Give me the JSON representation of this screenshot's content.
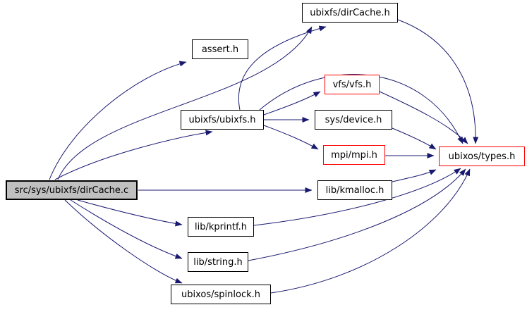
{
  "diagram": {
    "kind": "include-dependency-graph",
    "colors": {
      "edge": "#191970",
      "node_border": "#000000",
      "red_border": "#ff0000",
      "main_fill": "#c0c0c0",
      "node_fill": "#ffffff",
      "background": "#ffffff",
      "text": "#000000"
    },
    "nodes": [
      {
        "id": "dircache_c",
        "label": "src/sys/ubixfs/dirCache.c",
        "role": "main"
      },
      {
        "id": "assert_h",
        "label": "assert.h",
        "role": "normal"
      },
      {
        "id": "ubixfs_dircache_h",
        "label": "ubixfs/dirCache.h",
        "role": "normal"
      },
      {
        "id": "ubixfs_h",
        "label": "ubixfs/ubixfs.h",
        "role": "normal"
      },
      {
        "id": "vfs_h",
        "label": "vfs/vfs.h",
        "role": "red"
      },
      {
        "id": "device_h",
        "label": "sys/device.h",
        "role": "normal"
      },
      {
        "id": "mpi_h",
        "label": "mpi/mpi.h",
        "role": "red"
      },
      {
        "id": "types_h",
        "label": "ubixos/types.h",
        "role": "red"
      },
      {
        "id": "kmalloc_h",
        "label": "lib/kmalloc.h",
        "role": "normal"
      },
      {
        "id": "kprintf_h",
        "label": "lib/kprintf.h",
        "role": "normal"
      },
      {
        "id": "string_h",
        "label": "lib/string.h",
        "role": "normal"
      },
      {
        "id": "spinlock_h",
        "label": "ubixos/spinlock.h",
        "role": "normal"
      }
    ],
    "edges": [
      {
        "from": "dircache_c",
        "to": "assert_h"
      },
      {
        "from": "dircache_c",
        "to": "ubixfs_dircache_h"
      },
      {
        "from": "dircache_c",
        "to": "ubixfs_h"
      },
      {
        "from": "dircache_c",
        "to": "kmalloc_h"
      },
      {
        "from": "dircache_c",
        "to": "kprintf_h"
      },
      {
        "from": "dircache_c",
        "to": "string_h"
      },
      {
        "from": "dircache_c",
        "to": "spinlock_h"
      },
      {
        "from": "ubixfs_h",
        "to": "ubixfs_dircache_h"
      },
      {
        "from": "ubixfs_h",
        "to": "vfs_h"
      },
      {
        "from": "ubixfs_h",
        "to": "device_h"
      },
      {
        "from": "ubixfs_h",
        "to": "mpi_h"
      },
      {
        "from": "ubixfs_h",
        "to": "types_h"
      },
      {
        "from": "ubixfs_dircache_h",
        "to": "types_h"
      },
      {
        "from": "vfs_h",
        "to": "types_h"
      },
      {
        "from": "device_h",
        "to": "types_h"
      },
      {
        "from": "mpi_h",
        "to": "types_h"
      },
      {
        "from": "kmalloc_h",
        "to": "types_h"
      },
      {
        "from": "kprintf_h",
        "to": "types_h"
      },
      {
        "from": "string_h",
        "to": "types_h"
      },
      {
        "from": "spinlock_h",
        "to": "types_h"
      }
    ]
  }
}
